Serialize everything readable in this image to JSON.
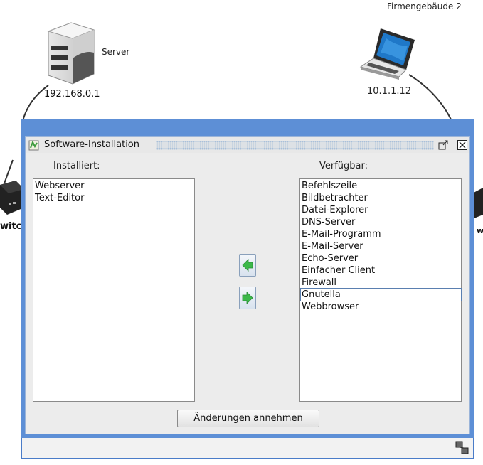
{
  "network": {
    "server_label": "Server",
    "server_ip": "192.168.0.1",
    "building_label": "Firmengebäude 2",
    "laptop_ip": "10.1.1.12",
    "switch_left_label": "witch",
    "switch_right_label": "w"
  },
  "dialog": {
    "title": "Software-Installation",
    "installed_heading": "Installiert:",
    "available_heading": "Verfügbar:",
    "installed_items": [
      "Webserver",
      "Text-Editor"
    ],
    "available_items": [
      "Befehlszeile",
      "Bildbetrachter",
      "Datei-Explorer",
      "DNS-Server",
      "E-Mail-Programm",
      "E-Mail-Server",
      "Echo-Server",
      "Einfacher Client",
      "Firewall",
      "Gnutella",
      "Webbrowser"
    ],
    "selected_available": "Gnutella",
    "apply_button": "Änderungen annehmen"
  },
  "colors": {
    "frame_blue": "#5d8fd6",
    "arrow_green": "#3cb84a"
  }
}
